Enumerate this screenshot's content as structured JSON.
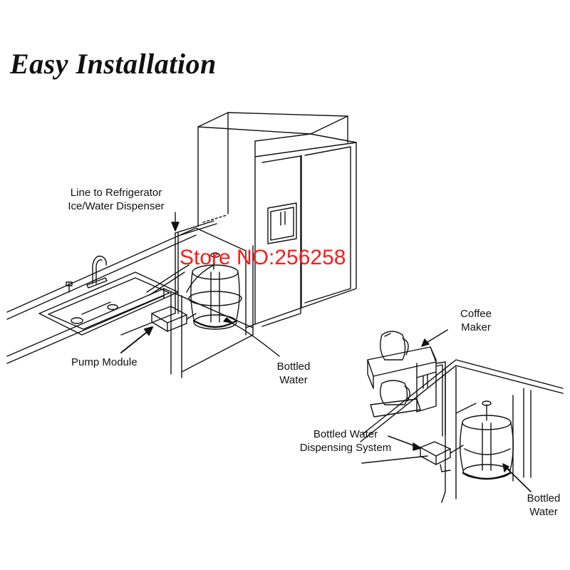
{
  "title": "Easy Installation",
  "watermark": "Store NO:256258",
  "watermark_color": "#ff1a1a",
  "labels": {
    "line_to_fridge_1": "Line to Refrigerator",
    "line_to_fridge_2": "Ice/Water Dispenser",
    "pump_module": "Pump Module",
    "bottled_water_1_a": "Bottled",
    "bottled_water_1_b": "Water",
    "coffee_maker_a": "Coffee",
    "coffee_maker_b": "Maker",
    "dispensing_system_a": "Bottled Water",
    "dispensing_system_b": "Dispensing System",
    "bottled_water_2_a": "Bottled",
    "bottled_water_2_b": "Water"
  }
}
